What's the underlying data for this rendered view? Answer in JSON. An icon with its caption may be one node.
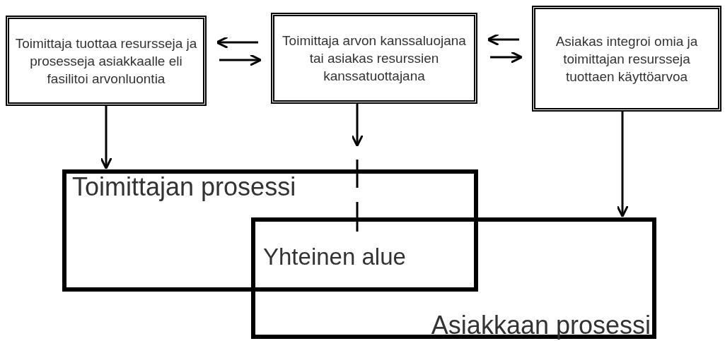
{
  "diagram": {
    "nodes": [
      {
        "text": [
          "Toimittaja tuottaa resursseja ja prosesseja asiakkaalle eli fasilitoi arvonluontia"
        ]
      },
      {
        "text": [
          "Toimittaja arvon kanssaluojana tai asiakas resurssien kanssatuottajana"
        ]
      },
      {
        "text": [
          "Asiakas integroi omia ja toimittajan resursseja tuottaen käyttöarvoa"
        ]
      },
      {
        "text": [
          "Toimittajan prosessi"
        ]
      },
      {
        "text": [
          "Asiakkaan prosessi"
        ]
      }
    ],
    "edges": [
      {
        "from": 1,
        "to": 0,
        "arrow": "to"
      },
      {
        "from": 0,
        "to": 1,
        "arrow": "to"
      },
      {
        "from": 2,
        "to": 1,
        "arrow": "to"
      },
      {
        "from": 1,
        "to": 2,
        "arrow": "to"
      },
      {
        "from": 0,
        "to": 3,
        "arrow": "to"
      },
      {
        "from": 1,
        "to": 3,
        "arrow": "to"
      },
      {
        "from": 2,
        "to": 4,
        "arrow": "to"
      }
    ],
    "labels": [
      "Yhteinen alue"
    ]
  }
}
